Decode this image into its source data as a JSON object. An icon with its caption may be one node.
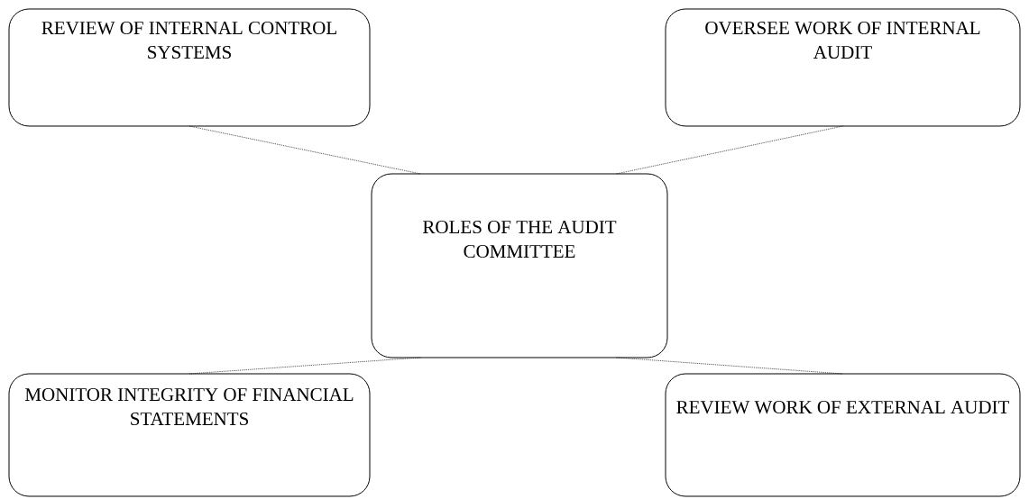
{
  "diagram": {
    "nodes": [
      {
        "text": [
          "ROLES OF THE AUDIT COMMITTEE"
        ]
      },
      {
        "text": [
          "REVIEW OF INTERNAL CONTROL SYSTEMS"
        ]
      },
      {
        "text": [
          "OVERSEE WORK OF INTERNAL AUDIT"
        ]
      },
      {
        "text": [
          "MONITOR INTEGRITY OF FINANCIAL STATEMENTS"
        ]
      },
      {
        "text": [
          "REVIEW WORK OF EXTERNAL AUDIT"
        ]
      }
    ],
    "edges": [
      {
        "from": 1,
        "to": 0,
        "arrow": "none",
        "style": "dashed"
      },
      {
        "from": 2,
        "to": 0,
        "arrow": "none",
        "style": "dashed"
      },
      {
        "from": 0,
        "to": 3,
        "arrow": "none",
        "style": "dashed"
      },
      {
        "from": 0,
        "to": 4,
        "arrow": "none",
        "style": "dashed"
      }
    ]
  }
}
